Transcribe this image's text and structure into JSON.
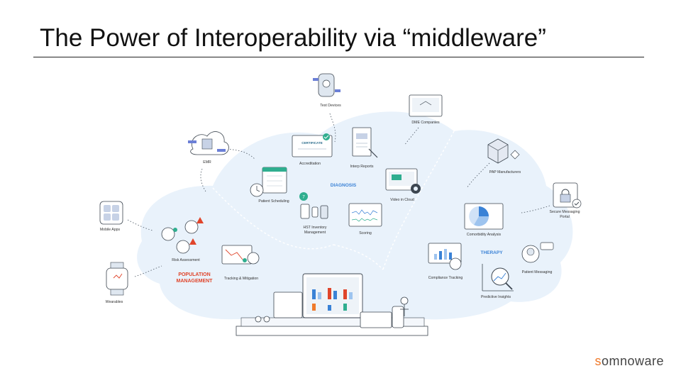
{
  "slide": {
    "title": "The Power of Interoperability via “middleware”"
  },
  "diagram": {
    "headings": {
      "diagnosis": "DIAGNOSIS",
      "therapy": "THERAPY",
      "population_line1": "POPULATION",
      "population_line2": "MANAGEMENT"
    },
    "nodes": {
      "test_devices": "Test Devices",
      "dme_companies": "DME Companies",
      "emr": "EMR",
      "accreditation": "Accreditation",
      "interp_reports": "Interp Reports",
      "pap_manufacturers": "PAP Manufacturers",
      "patient_scheduling": "Patient Scheduling",
      "video_in_cloud": "Video in Cloud",
      "secure_messaging_line1": "Secure Messaging",
      "secure_messaging_line2": "Portal",
      "mobile_apps": "Mobile Apps",
      "hst_inventory_line1": "HST Inventory",
      "hst_inventory_line2": "Management",
      "scoring": "Scoring",
      "comorbidity_analysis": "Comorbidity Analysis",
      "risk_assessment": "Risk Assessment",
      "patient_messaging": "Patient Messaging",
      "tracking_mitigation": "Tracking & Mitigation",
      "compliance_tracking": "Compliance Tracking",
      "wearables": "Wearables",
      "predictive_insights": "Predictive Insights",
      "certificate_text": "CERTIFICATE",
      "badge_number": "7"
    },
    "colors": {
      "cloud": "#e9f2fb",
      "accent_blue": "#3a82d6",
      "teal": "#2fae8f",
      "red": "#e0452b",
      "line_gray": "#5a6470"
    }
  },
  "logo": {
    "brand_accent": "s",
    "brand_rest": "omnoware"
  }
}
